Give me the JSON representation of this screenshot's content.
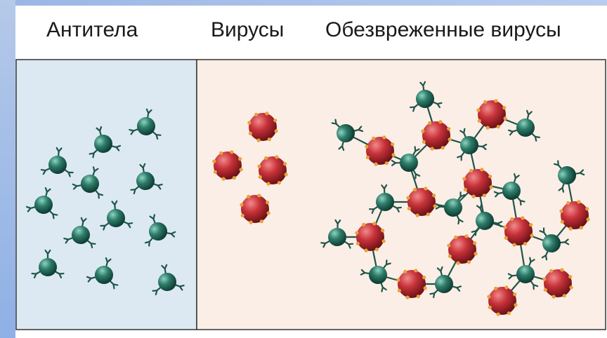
{
  "labels": {
    "antibodies": "Антитела",
    "viruses": "Вирусы",
    "neutralized": "Обезвреженные вирусы"
  },
  "colors": {
    "antibody_panel": "#dce9f3",
    "virus_panel": "#fbeee6",
    "antibody": "#2e7d6b",
    "virus": "#c8323a",
    "spike": "#e8a33a",
    "border": "#333333"
  }
}
